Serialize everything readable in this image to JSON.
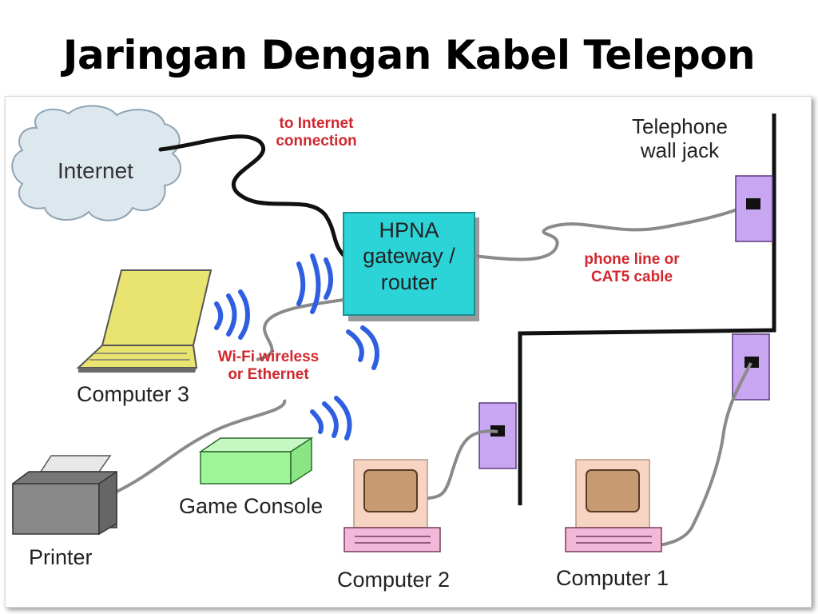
{
  "title": "Jaringan Dengan Kabel Telepon",
  "nodes": {
    "internet": "Internet",
    "router_line1": "HPNA",
    "router_line2": "gateway /",
    "router_line3": "router",
    "wall_jack_line1": "Telephone",
    "wall_jack_line2": "wall jack",
    "computer1": "Computer 1",
    "computer2": "Computer 2",
    "computer3": "Computer 3",
    "printer": "Printer",
    "game_console": "Game Console"
  },
  "annotations": {
    "to_internet_line1": "to Internet",
    "to_internet_line2": "connection",
    "phone_line_line1": "phone line or",
    "phone_line_line2": "CAT5 cable",
    "wifi_line1": "Wi-Fi wireless",
    "wifi_line2": "or Ethernet"
  },
  "colors": {
    "router_fill": "#2cd4d8",
    "jack_fill": "#c9a6f2",
    "cloud_fill": "#dde7ee",
    "annotation_red": "#d0282e",
    "wifi_blue": "#2f5fe0",
    "console_green": "#9ef59a"
  }
}
